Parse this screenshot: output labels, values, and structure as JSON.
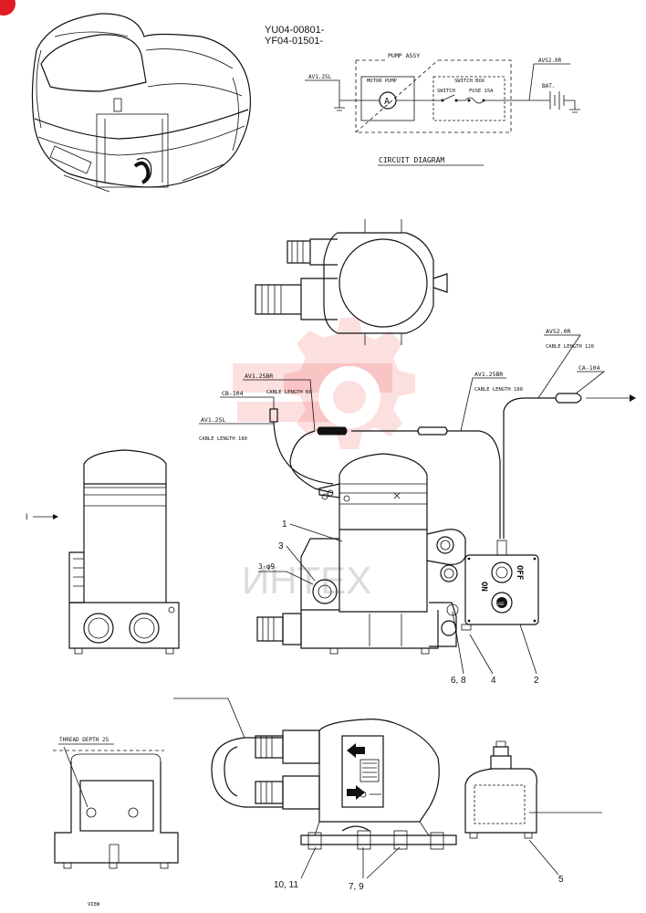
{
  "part_numbers": [
    "YU04-00801-",
    "YF04-01501-"
  ],
  "circuit": {
    "title": "CIRCUIT DIAGRAM",
    "pump_assy": "PUMP ASSY",
    "motor_pump": "MOTOR PUMP",
    "motor_symbol": "A",
    "switch_box": "SWITCH BOX",
    "switch": "SWITCH",
    "fuse": "FUSE 15A",
    "battery": "BAT.",
    "wire_left": "AV1.25L",
    "wire_right": "AVS2.0R"
  },
  "cables": {
    "av125br": "AV1.25BR",
    "cable60": "CABLE LENGTH 60",
    "cb104": "CB-104",
    "av125l": "AV1.25L",
    "cable180_left": "CABLE LENGTH 180",
    "av125br_right": "AV1.25BR",
    "cable180_right": "CABLE LENGTH 180",
    "avs20r": "AVS2.0R",
    "cable120": "CABLE LENGTH 120",
    "ca104": "CA-104"
  },
  "switch_panel": {
    "on": "ON",
    "off": "OFF",
    "fuse": "FUSE"
  },
  "callouts": {
    "c1": "1",
    "c3": "3",
    "c3phi9": "3-φ9",
    "c68": "6, 8",
    "c4": "4",
    "c2": "2",
    "c1011": "10, 11",
    "c79": "7, 9",
    "c5": "5",
    "arrow_i": "I"
  },
  "view": {
    "thread_depth": "THREAD DEPTH 25",
    "label": "VIEW"
  },
  "watermark": {
    "text": "ИНТЕХ"
  },
  "colors": {
    "watermark": "#ec3b3b",
    "ink": "#111111",
    "corner_badge": "#e01b24"
  }
}
